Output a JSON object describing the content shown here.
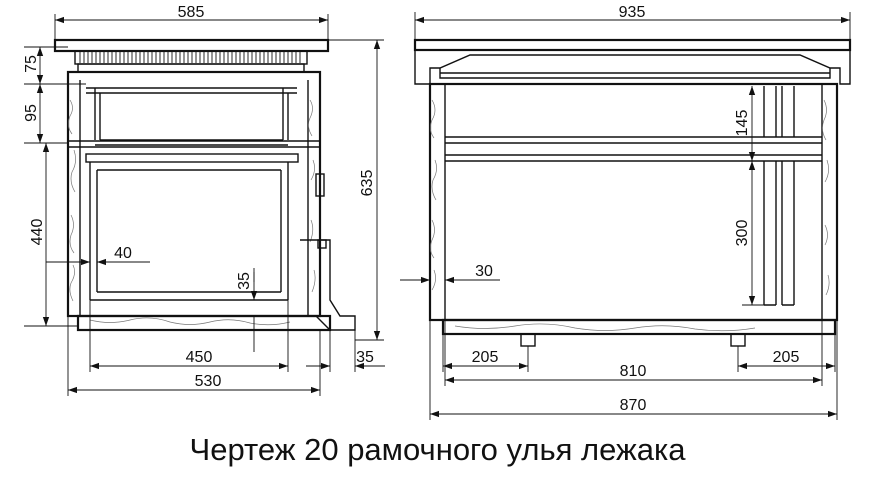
{
  "caption": "Чертеж 20 рамочного улья лежака",
  "side_view": {
    "dims": {
      "top_width": "585",
      "roof_height": "75",
      "upper_frame": "95",
      "lower_frame": "440",
      "gap": "40",
      "bottom_gap": "35",
      "total_height": "635",
      "frame_width": "450",
      "body_width": "530",
      "ledge": "35"
    }
  },
  "front_view": {
    "dims": {
      "top_width": "935",
      "upper_frame": "145",
      "lower_frame": "300",
      "wall": "30",
      "left_offset": "205",
      "inner_length": "810",
      "right_offset": "205",
      "body_length": "870"
    }
  }
}
